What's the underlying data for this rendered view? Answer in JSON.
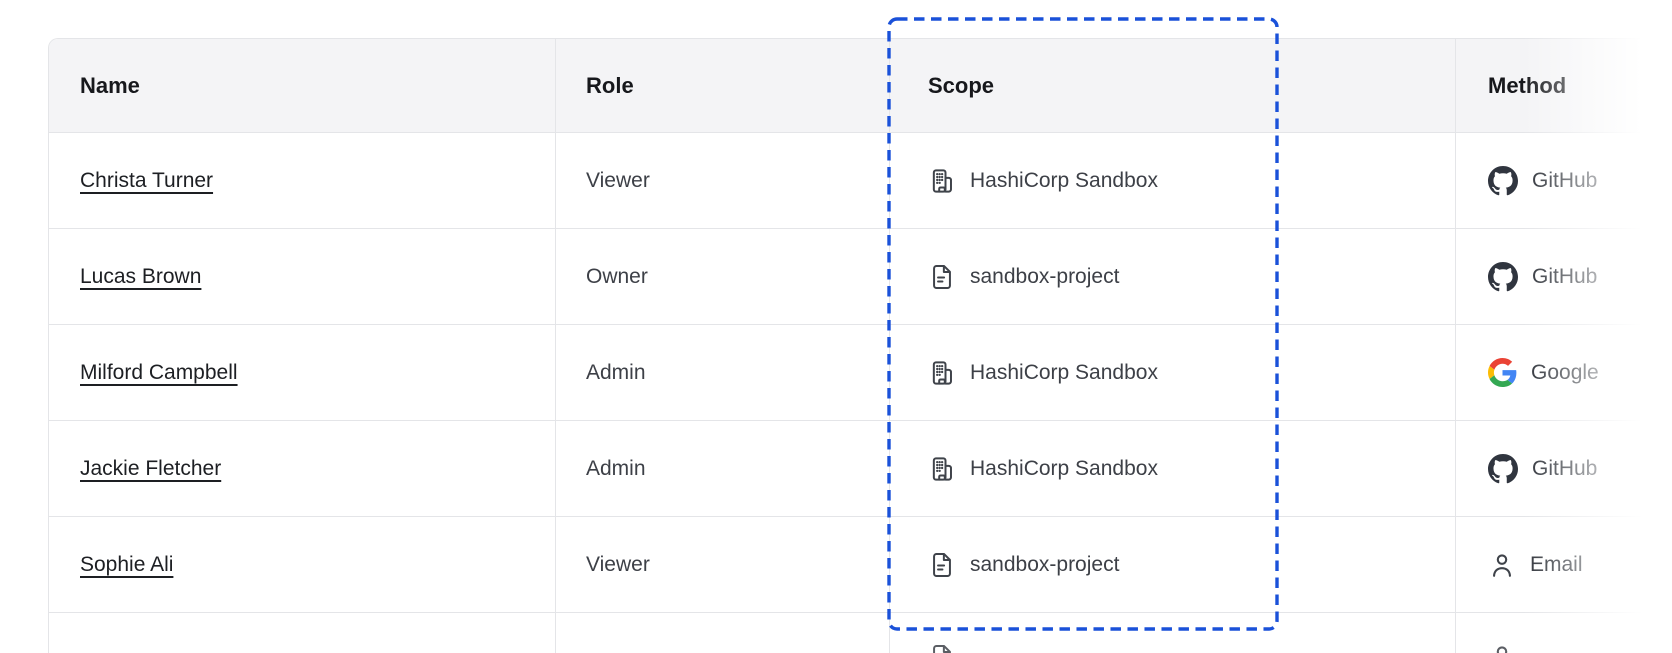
{
  "table": {
    "columns": [
      {
        "id": "name",
        "label": "Name"
      },
      {
        "id": "role",
        "label": "Role"
      },
      {
        "id": "scope",
        "label": "Scope"
      },
      {
        "id": "method",
        "label": "Method"
      }
    ],
    "rows": [
      {
        "name": "Christa Turner",
        "role": "Viewer",
        "scope": {
          "icon": "organization-icon",
          "label": "HashiCorp Sandbox"
        },
        "method": {
          "icon": "github-icon",
          "label": "GitHub"
        }
      },
      {
        "name": "Lucas Brown",
        "role": "Owner",
        "scope": {
          "icon": "project-file-icon",
          "label": "sandbox-project"
        },
        "method": {
          "icon": "github-icon",
          "label": "GitHub"
        }
      },
      {
        "name": "Milford Campbell",
        "role": "Admin",
        "scope": {
          "icon": "organization-icon",
          "label": "HashiCorp Sandbox"
        },
        "method": {
          "icon": "google-icon",
          "label": "Google"
        }
      },
      {
        "name": "Jackie Fletcher",
        "role": "Admin",
        "scope": {
          "icon": "organization-icon",
          "label": "HashiCorp Sandbox"
        },
        "method": {
          "icon": "github-icon",
          "label": "GitHub"
        }
      },
      {
        "name": "Sophie Ali",
        "role": "Viewer",
        "scope": {
          "icon": "project-file-icon",
          "label": "sandbox-project"
        },
        "method": {
          "icon": "user-icon",
          "label": "Email"
        }
      }
    ],
    "partial_next_row": {
      "scope_icon_hint": "project-file-icon",
      "method_icon_hint": "user-icon"
    }
  },
  "annotation": {
    "type": "dashed-highlight-rectangle",
    "highlighted_column": "Scope",
    "color": "#1a51d9"
  },
  "colors": {
    "dashed_highlight": "#1a51d9",
    "header_background": "#f4f4f6",
    "table_border": "#e4e5e8",
    "link_text": "#1d1f23",
    "body_text": "#3d4047",
    "icon_stroke": "#3f434a",
    "github_icon": "#30353f",
    "google_blue": "#4285F4",
    "google_green": "#34A853",
    "google_yellow": "#FBBC05",
    "google_red": "#EA4335"
  }
}
